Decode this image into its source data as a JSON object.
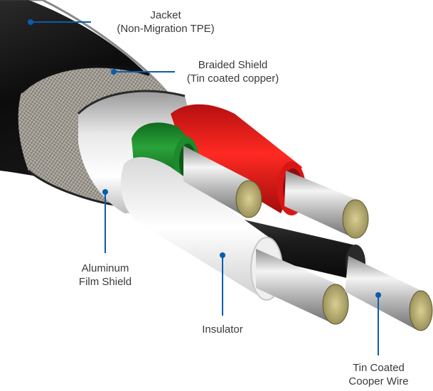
{
  "diagram": {
    "title": "USB cable cross-section",
    "callout_color": "#0b5cad",
    "labels": {
      "jacket": {
        "line1": "Jacket",
        "line2": "(Non-Migration TPE)"
      },
      "braided_shield": {
        "line1": "Braided Shield",
        "line2": "(Tin coated copper)"
      },
      "aluminum_shield": {
        "line1": "Aluminum",
        "line2": "Film Shield"
      },
      "insulator": {
        "line1": "Insulator"
      },
      "wire": {
        "line1": "Tin Coated",
        "line2": "Cooper Wire"
      }
    },
    "conductor_colors": {
      "green": "#1e8a2c",
      "red": "#e0191b",
      "white": "#f2f2f2",
      "black": "#1e1e1e"
    }
  }
}
